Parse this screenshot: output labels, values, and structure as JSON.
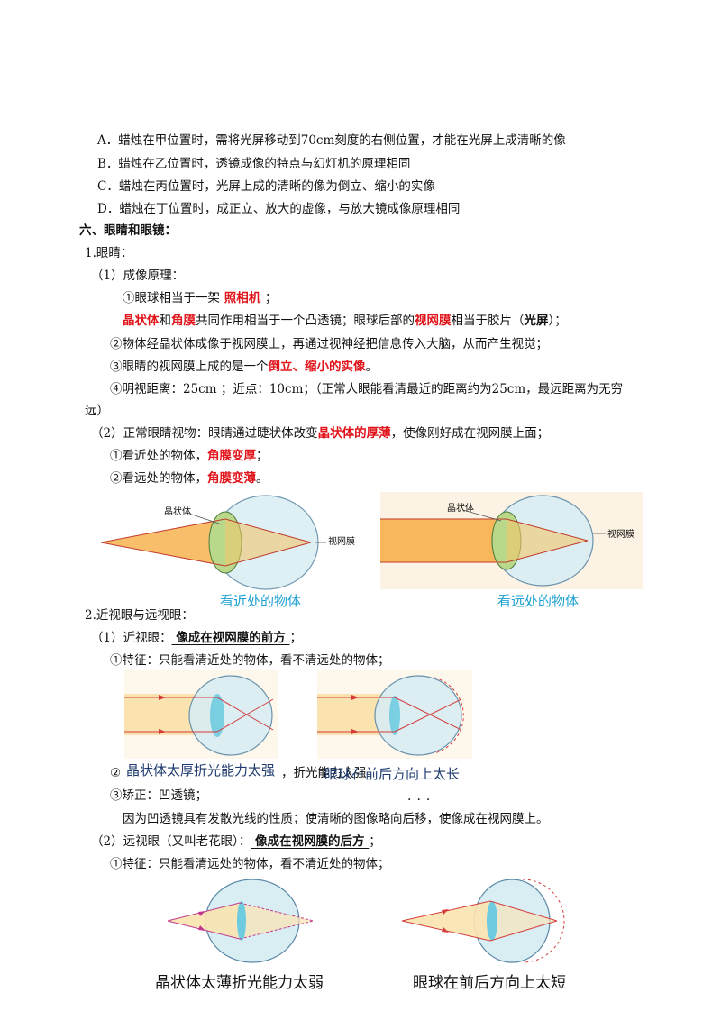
{
  "options": {
    "a": "A．蜡烛在甲位置时，需将光屏移动到70cm刻度的右侧位置，才能在光屏上成清晰的像",
    "b": "B．蜡烛在乙位置时，透镜成像的特点与幻灯机的原理相同",
    "c": "C．蜡烛在丙位置时，光屏上成的清晰的像为倒立、缩小的实像",
    "d": "D．蜡烛在丁位置时，成正立、放大的虚像，与放大镜成像原理相同"
  },
  "section": {
    "title": "六、眼睛和眼镜："
  },
  "eye": {
    "heading": "1.眼睛：",
    "p1_heading": "（1）成像原理：",
    "item1_pre": "①眼球相当于一架",
    "item1_key": " 照相机 ",
    "item1_post": "；",
    "item2_k1": "晶状体",
    "item2_t1": "和",
    "item2_k2": "角膜",
    "item2_t2": "共同作用相当于一个凸透镜；眼球后部的",
    "item2_k3": "视网膜",
    "item2_t3": "相当于胶片（",
    "item2_k4": "光屏",
    "item2_t4": "）；",
    "item3": "②物体经晶状体成像于视网膜上，再通过视神经把信息传入大脑，从而产生视觉；",
    "item4_pre": "③眼睛的视网膜上成的是一个",
    "item4_key": "倒立、缩小的实像",
    "item4_post": "。",
    "item5": "④明视距离：25cm ；近点：10cm；（正常人眼能看清最近的距离约为25cm，最远距离为无穷",
    "item5_cont": "远）",
    "p2_pre": "（2）正常眼睛视物：眼睛通过睫状体改变",
    "p2_key": "晶状体的厚薄",
    "p2_post": "，使像刚好成在视网膜上面；",
    "near_pre": "①看近处的物体，",
    "near_key": "角膜变厚",
    "near_post": "；",
    "far_pre": "②看远处的物体，",
    "far_key": "角膜变薄",
    "far_post": "。",
    "fig_label_lens": "晶状体",
    "fig_label_retina": "视网膜",
    "fig_caption_near": "看近处的物体",
    "fig_caption_far": "看远处的物体"
  },
  "myopia": {
    "heading": "2.近视眼与远视眼：",
    "p1_pre": "（1）近视眼：",
    "p1_key": " 像成在视网膜的前方 ",
    "p1_post": "；",
    "feature": "①特征：只能看清近处的物体，看不清远处的物体；",
    "cause_pre": "②",
    "cause_cap1": "晶状体太厚折光能力太强",
    "cause_mid": "，折光能力太强",
    "cause_cap2": "眼球在前后方向上太长",
    "fix": "③矫正：凹透镜；",
    "dots": "···",
    "reason": "因为凹透镜具有发散光线的性质；使清晰的图像略向后移，使像成在视网膜上。"
  },
  "hyperopia": {
    "p2_pre": "（2）远视眼（又叫老花眼）：",
    "p2_key": " 像成在视网膜的后方 ",
    "p2_post": "；",
    "feature": "①特征：只能看清远处的物体，看不清近处的物体；",
    "cap1": "晶状体太薄折光能力太弱",
    "cap2": "眼球在前后方向上太短"
  }
}
